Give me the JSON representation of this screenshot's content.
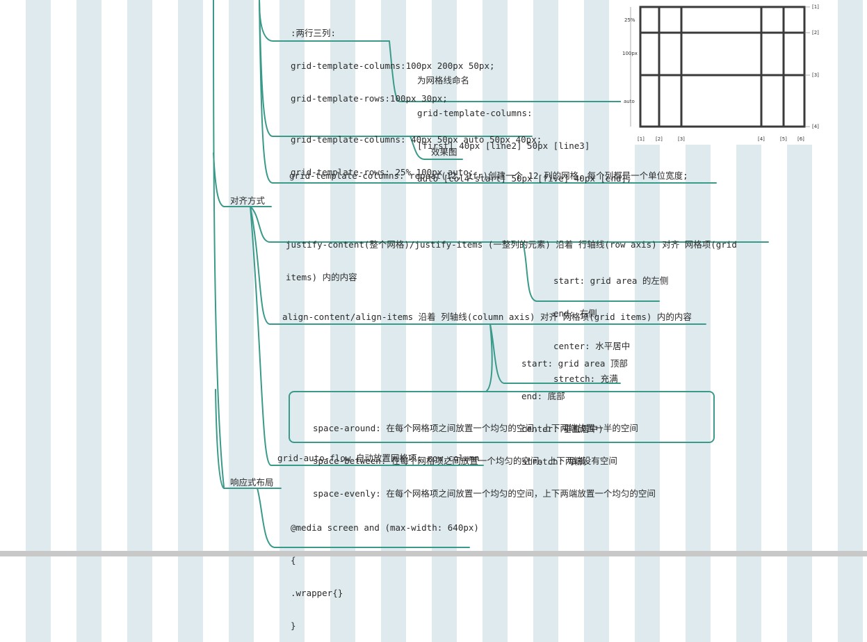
{
  "nodes": {
    "two_rows_three_cols": [
      ":两行三列:",
      "grid-template-columns:100px 200px 50px;",
      "grid-template-rows:100px 30px;"
    ],
    "named_lines": [
      "为网格线命名",
      "grid-template-columns:",
      "[first] 40px [line2] 50px [line3]",
      "auto [col4-start] 50px [five] 40px [end];"
    ],
    "columns_rows_example": [
      "grid-template-columns: 40px 50px auto 50px 40px;",
      "grid-template-rows: 25% 100px auto;"
    ],
    "effect_image": "效果图",
    "repeat_note": "grid-template-columns: repeat(12, 1fr)创建一个 12 列的网格，每个列都是一个单位宽度;",
    "alignment": "对齐方式",
    "justify": [
      "justify-content(整个网格)/justify-items (一整列的元素) 沿着 行轴线(row axis) 对齐 网格项(grid",
      "items) 内的内容"
    ],
    "justify_values": [
      "start: grid area 的左侧",
      "end: 右侧",
      "center: 水平居中",
      "stretch: 充满"
    ],
    "align": "align-content/align-items 沿着 列轴线(column axis) 对齐 网格项(grid items) 内的内容",
    "align_values": [
      "start: grid area 顶部",
      "end: 底部",
      "center: 垂直居中)",
      "stretch: 填满"
    ],
    "space_values": [
      "space-around: 在每个网格项之间放置一个均匀的空间，上下两端放置一半的空间",
      "space-between: 在每个网格项之间放置一个均匀的空间，上下两端没有空间",
      "space-evenly: 在每个网格项之间放置一个均匀的空间，上下两端放置一个均匀的空间"
    ],
    "auto_flow": "grid-auto-flow 自动放置网格项: row,column",
    "responsive": "响应式布局",
    "media_query": [
      "@media screen and (max-width: 640px)",
      "{",
      ".wrapper{}",
      "}"
    ]
  },
  "grid_figure": {
    "row_labels": [
      "25%",
      "100px",
      "auto"
    ],
    "line_labels_right": [
      "[1]",
      "[2]",
      "[3]",
      "[4]"
    ],
    "line_labels_bottom": [
      "[1]",
      "[2]",
      "[3]",
      "[4]",
      "[5]",
      "[6]"
    ]
  },
  "colors": {
    "branch": "#3a9a8a",
    "grid_line": "#3a3a3a",
    "stripe": "#dfeaee"
  }
}
